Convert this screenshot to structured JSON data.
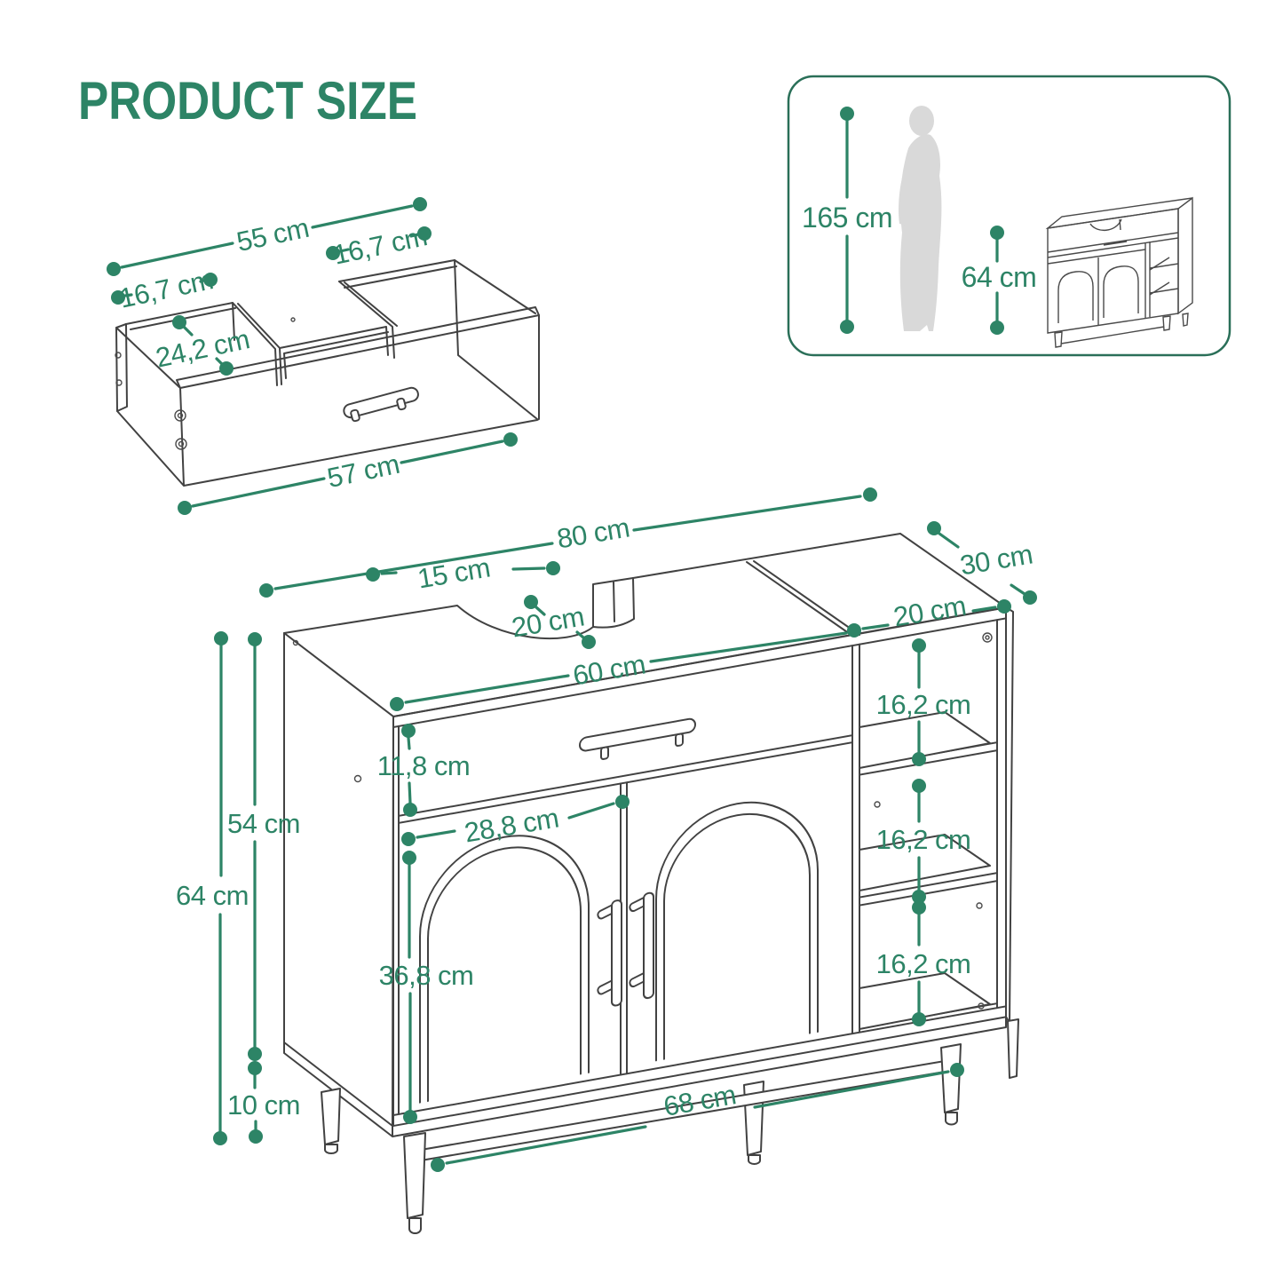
{
  "title": "PRODUCT SIZE",
  "colors": {
    "accent_green": "#2D8466",
    "line_art": "#424242",
    "silhouette_gray": "#d9d9d9",
    "box_border": "#2a6f58"
  },
  "drawer_diagram": {
    "width_top": "55 cm",
    "compartment_left_width": "16,7 cm",
    "compartment_right_width": "16,7 cm",
    "depth": "24,2 cm",
    "width_front": "57 cm"
  },
  "cabinet_diagram": {
    "total_width": "80 cm",
    "depth": "30 cm",
    "cutout_offset": "15 cm",
    "cutout_width": "20 cm",
    "left_section_width": "60 cm",
    "shelf_section_width": "20 cm",
    "shelf_spacing_top": "16,2 cm",
    "shelf_spacing_middle": "16,2 cm",
    "shelf_spacing_bottom": "16,2 cm",
    "drawer_front_height": "11,8 cm",
    "body_height": "54 cm",
    "total_height": "64 cm",
    "leg_height": "10 cm",
    "door_width": "28,8 cm",
    "door_height": "36,8 cm",
    "base_width": "68 cm"
  },
  "scale_box": {
    "person_height": "165 cm",
    "cabinet_height": "64 cm"
  }
}
